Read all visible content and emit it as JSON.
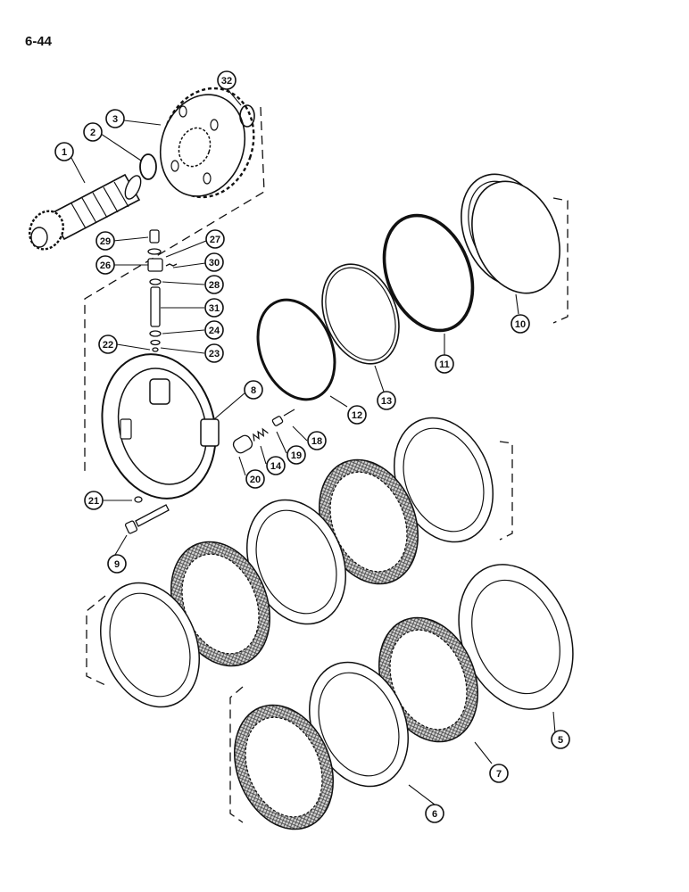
{
  "page_number": "6-44",
  "callouts": [
    "1",
    "2",
    "3",
    "32",
    "29",
    "26",
    "27",
    "30",
    "28",
    "31",
    "24",
    "22",
    "23",
    "8",
    "10",
    "11",
    "12",
    "13",
    "18",
    "19",
    "14",
    "20",
    "21",
    "9",
    "5",
    "7",
    "6"
  ],
  "colors": {
    "ink": "#111111",
    "paper": "#ffffff",
    "friction_fill": "#cfcfcf"
  }
}
